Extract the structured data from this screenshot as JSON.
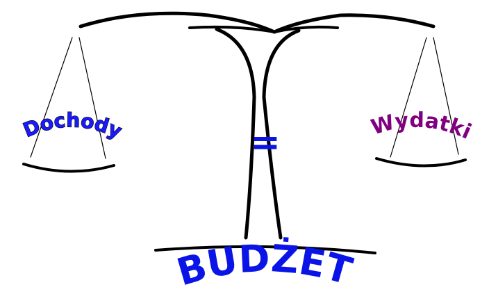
{
  "income_label": "Dochody",
  "expenses_label": "Wydatki",
  "equals_sign": "=",
  "budget_label": "BUDŻET",
  "colors": {
    "income": "#1a1aff",
    "expenses": "#800080",
    "budget": "#0a14e6",
    "equals": "#0a14e6",
    "outline": "#000000"
  }
}
